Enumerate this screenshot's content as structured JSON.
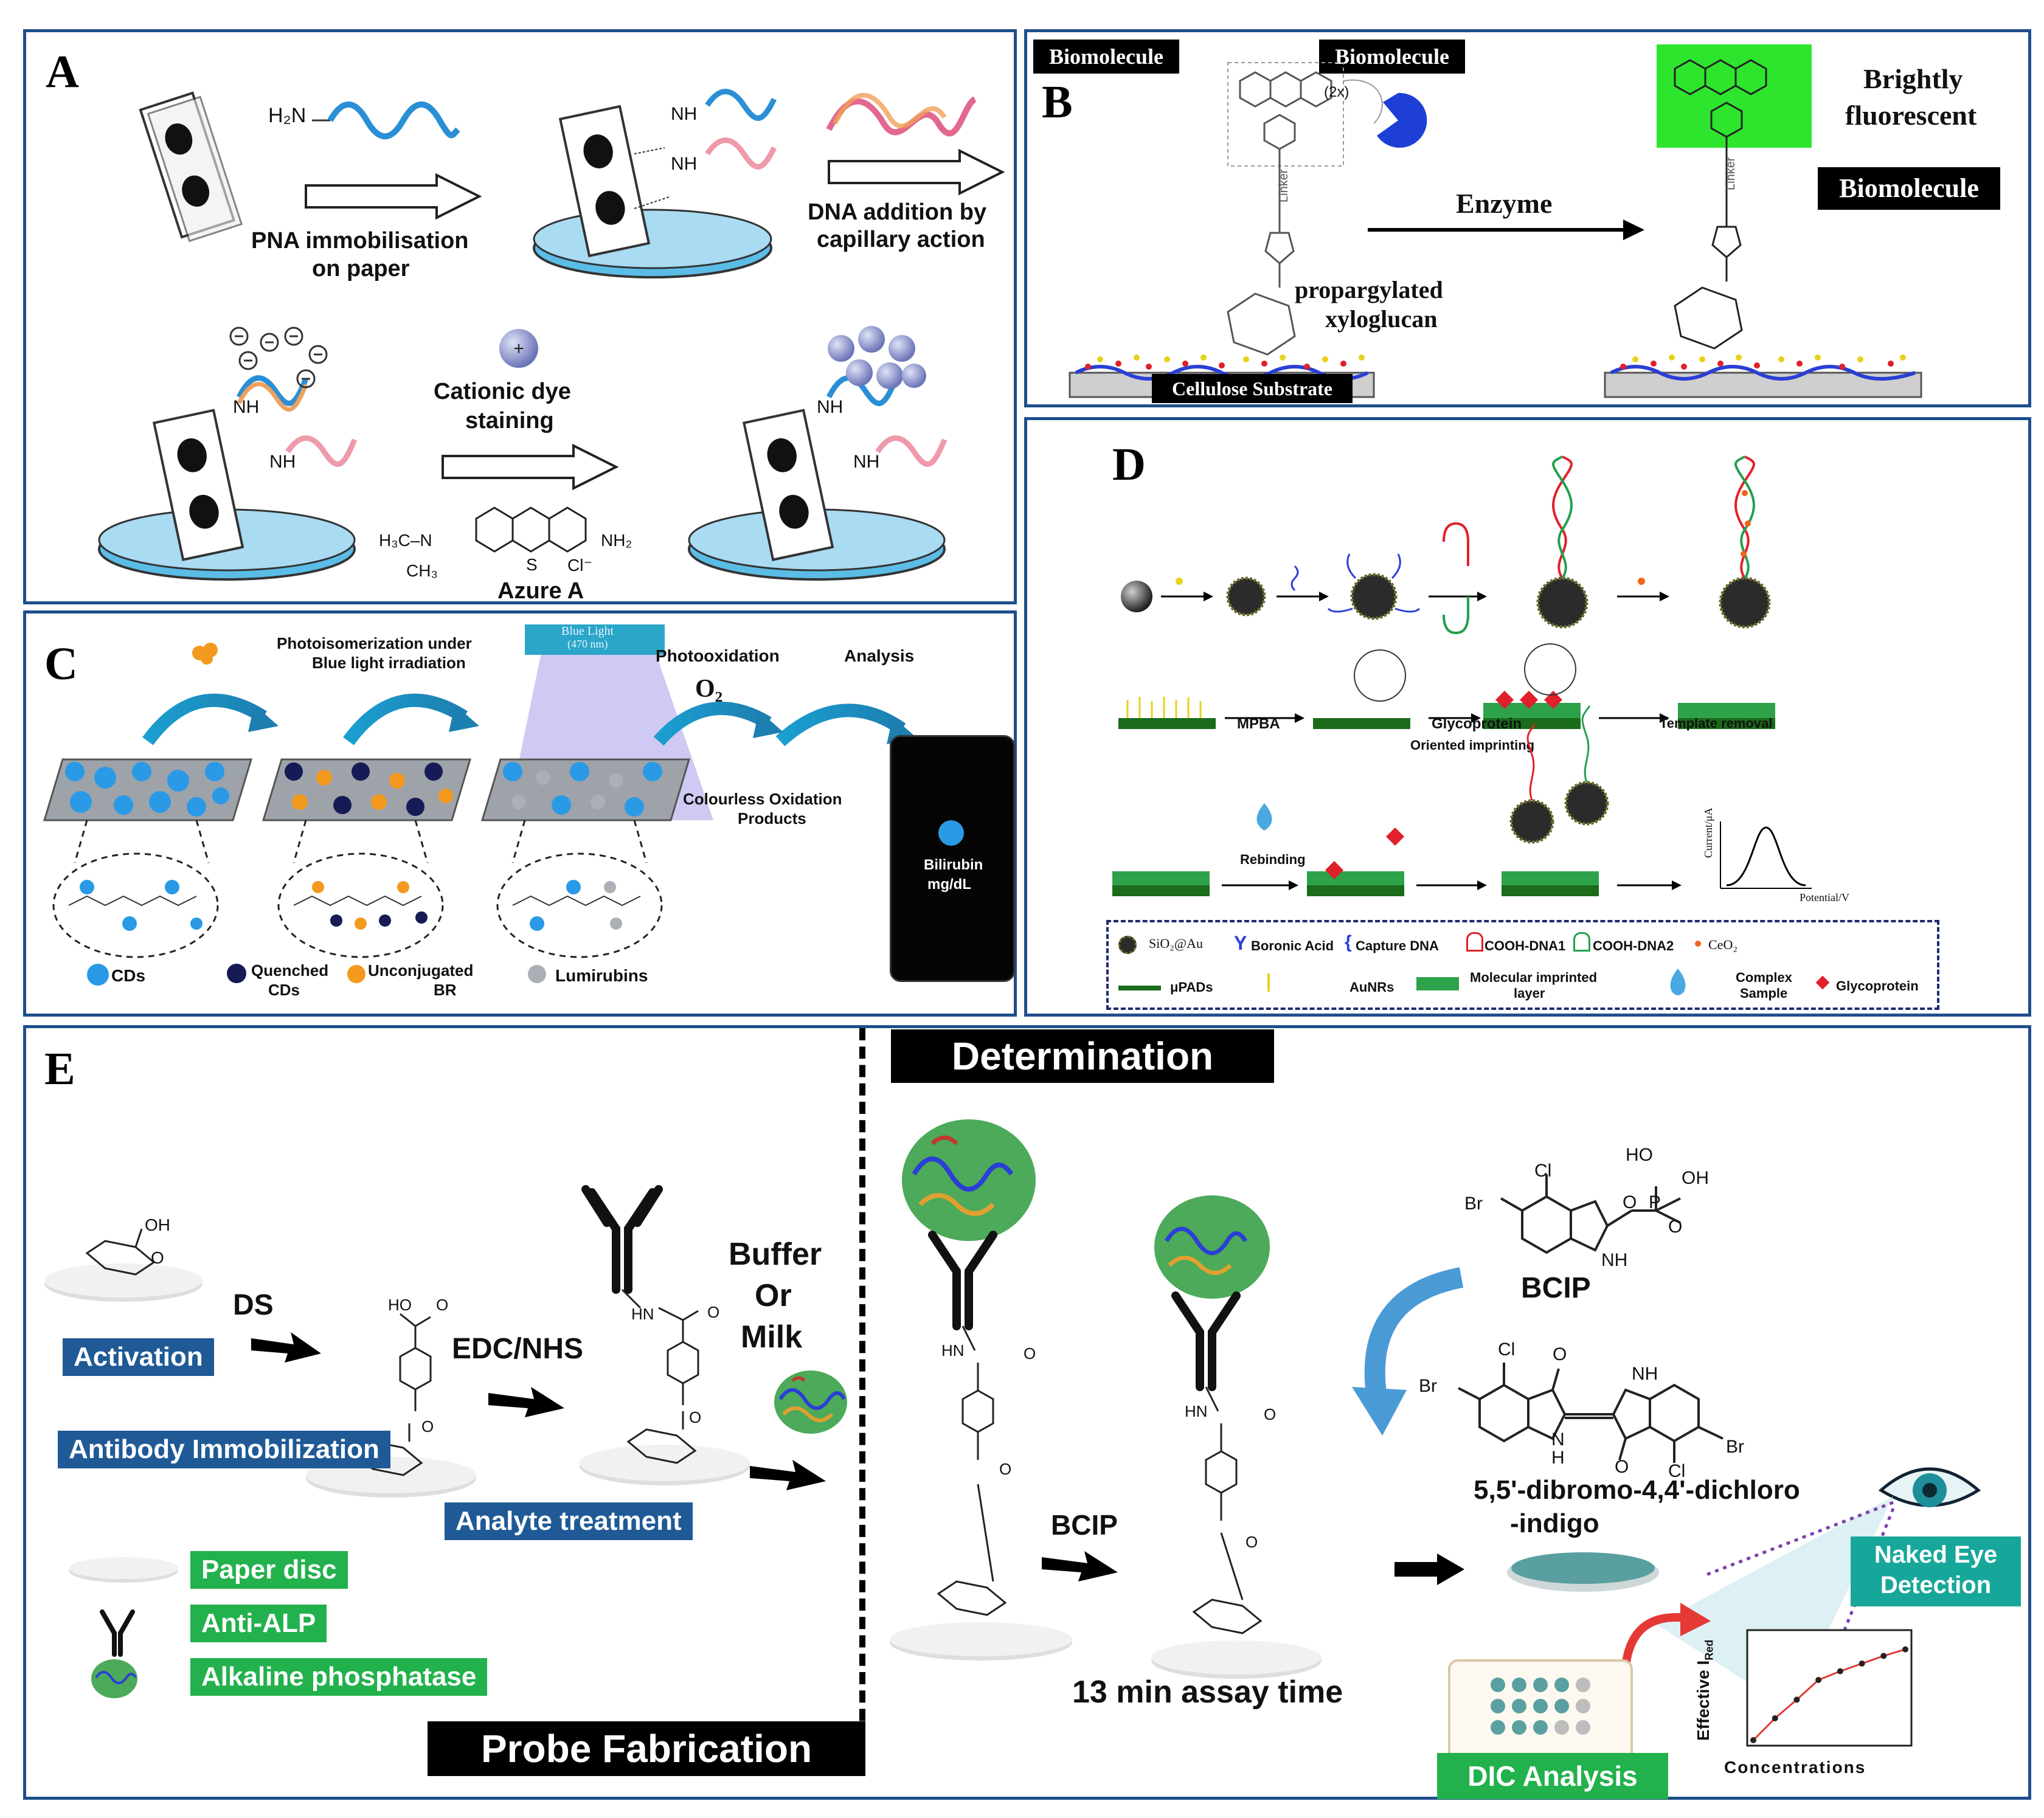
{
  "panel_a": {
    "label": "A",
    "pna_immobilisation": "PNA immobilisation",
    "on_paper": "on paper",
    "dna_addition": "DNA addition by",
    "capillary_action": "capillary action",
    "cationic_dye": "Cationic dye",
    "staining": "staining",
    "azure_a": "Azure A",
    "h2n": "H₂N",
    "nh": "NH",
    "nh2": "NH₂",
    "h3c_n": "H₃C–N",
    "ch3": "CH₃",
    "s_plus": "S",
    "cl_minus": "Cl⁻"
  },
  "panel_b": {
    "label": "B",
    "biomolecule_left": "Biomolecule",
    "biomolecule_right": "Biomolecule",
    "two_x": "(2x)",
    "brightly": "Brightly",
    "fluorescent": "fluorescent",
    "biomolecule_box": "Biomolecule",
    "enzyme": "Enzyme",
    "propargylated": "propargylated",
    "xyloglucan": "xyloglucan",
    "cellulose_substrate": "Cellulose Substrate",
    "linker": "Linker"
  },
  "panel_c": {
    "label": "C",
    "photoisomerization": "Photoisomerization under",
    "blue_light_irradiation": "Blue light irradiation",
    "blue_light_label": "Blue Light",
    "blue_light_nm": "(470 nm)",
    "photooxidation": "Photooxidation",
    "analysis": "Analysis",
    "o2": "O₂",
    "colourless": "Colourless Oxidation",
    "products": "Products",
    "bilirubin": "Bilirubin",
    "mgdl": "mg/dL",
    "legend_cds": "CDs",
    "legend_quenched": "Quenched",
    "legend_quenched2": "CDs",
    "legend_unconjugated": "Unconjugated",
    "legend_br": "BR",
    "legend_lumirubins": "Lumirubins"
  },
  "panel_d": {
    "label": "D",
    "mpba": "MPBA",
    "glycoprotein": "Glycoprotein",
    "oriented_imprinting": "Oriented imprinting",
    "template_removal": "Template removal",
    "rebinding": "Rebinding",
    "current_axis": "Current/μA",
    "potential_axis": "Potential/V",
    "legend": {
      "sio2au": "SiO₂@Au",
      "boronic": "Boronic Acid",
      "capture_dna": "Capture DNA",
      "cooh_dna1": "COOH-DNA1",
      "cooh_dna2": "COOH-DNA2",
      "ceo2": "CeO₂",
      "upads": "μPADs",
      "aunrs": "AuNRs",
      "mip": "Molecular imprinted",
      "mip2": "layer",
      "complex": "Complex",
      "sample": "Sample",
      "glyco": "Glycoprotein"
    }
  },
  "panel_e": {
    "label": "E",
    "determination": "Determination",
    "probe_fabrication": "Probe Fabrication",
    "ds": "DS",
    "edc_nhs": "EDC/NHS",
    "buffer": "Buffer",
    "or": "Or",
    "milk": "Milk",
    "activation": "Activation",
    "antibody_immobilization": "Antibody Immobilization",
    "analyte_treatment": "Analyte treatment",
    "paper_disc": "Paper disc",
    "anti_alp": "Anti-ALP",
    "alkaline_phosphatase": "Alkaline phosphatase",
    "bcip_arrow": "BCIP",
    "bcip": "BCIP",
    "indigo1": "5,5'-dibromo-4,4'-dichloro",
    "indigo2": "-indigo",
    "naked_eye1": "Naked Eye",
    "naked_eye2": "Detection",
    "assay_time": "13 min assay time",
    "dic_analysis": "DIC Analysis",
    "concentrations": "Concentrations",
    "effective_ired": "Effective I",
    "ired_sub": "Red",
    "oh": "OH",
    "ho": "HO",
    "hn": "HN",
    "o": "O",
    "p": "P",
    "br": "Br",
    "cl": "Cl",
    "nh": "NH",
    "h": "H",
    "n": "N"
  },
  "chart_data": {
    "type": "line",
    "x": [
      1,
      2,
      3,
      4,
      5,
      6,
      7,
      8
    ],
    "series": [
      {
        "values": [
          0.05,
          0.25,
          0.42,
          0.6,
          0.68,
          0.75,
          0.82,
          0.88
        ]
      }
    ],
    "xlabel": "Concentrations",
    "ylabel": "Effective I Red",
    "color": "#e53935"
  }
}
